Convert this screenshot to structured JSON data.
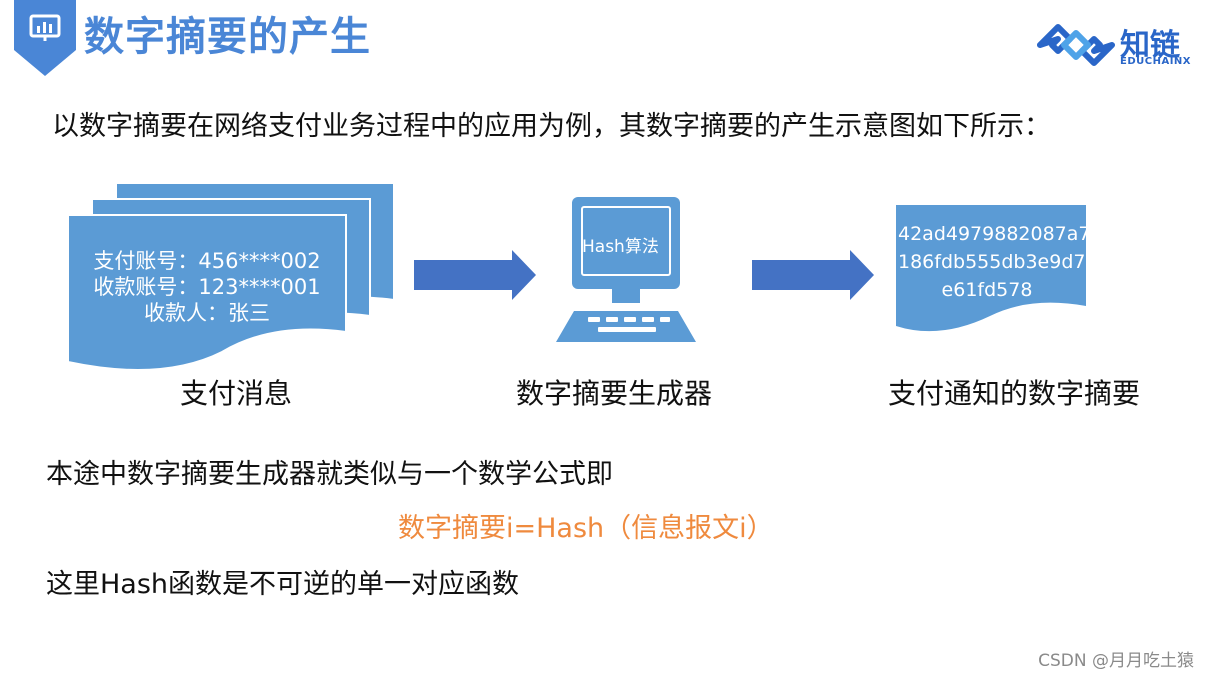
{
  "header": {
    "title": "数字摘要的产生",
    "badge_icon": "chart-board-icon",
    "accent": "#4a86d6"
  },
  "logo": {
    "name": "知链",
    "sub": "EDUCHAINX",
    "icon": "chain-link-logo-icon",
    "color": "#2a66c8"
  },
  "intro": "以数字摘要在网络支付业务过程中的应用为例，其数字摘要的产生示意图如下所示：",
  "diagram": {
    "message": {
      "lines": [
        "支付账号：456****002",
        "收款账号：123****001",
        "收款人：张三"
      ],
      "caption": "支付消息"
    },
    "generator": {
      "screen_label": "Hash算法",
      "caption": "数字摘要生成器"
    },
    "digest": {
      "lines": [
        "42ad4979882087a7",
        "186fdb555db3e9d7",
        "e61fd578"
      ],
      "caption": "支付通知的数字摘要"
    },
    "colors": {
      "shape": "#5b9bd5",
      "arrow": "#4472c4"
    }
  },
  "body": {
    "line1": "本途中数字摘要生成器就类似与一个数学公式即",
    "formula": "数字摘要i=Hash（信息报文i）",
    "line2": "这里Hash函数是不可逆的单一对应函数",
    "formula_color": "#ef8a3e"
  },
  "watermark": "CSDN @月月吃土猿"
}
